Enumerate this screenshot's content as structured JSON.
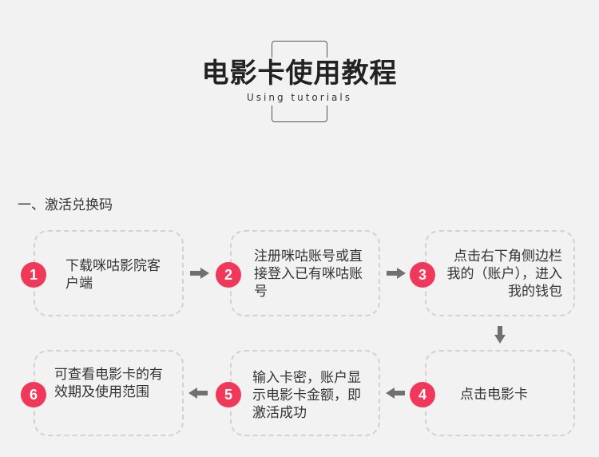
{
  "header": {
    "title": "电影卡使用教程",
    "subtitle": "Using tutorials"
  },
  "section": {
    "heading": "一、激活兑换码"
  },
  "steps": [
    {
      "number": "1",
      "text": "下载咪咕影院客户端"
    },
    {
      "number": "2",
      "text": "注册咪咕账号或直接登入已有咪咕账号"
    },
    {
      "number": "3",
      "text": "点击右下角侧边栏我的（账户），进入我的钱包"
    },
    {
      "number": "4",
      "text": "点击电影卡"
    },
    {
      "number": "5",
      "text": "输入卡密，账户显示电影卡金额，即激活成功"
    },
    {
      "number": "6",
      "text": "可查看电影卡的有效期及使用范围"
    }
  ],
  "colors": {
    "badge": "#f0395a",
    "arrow": "#707070",
    "box_border": "#d2d2d2",
    "background": "#f2f2f2"
  },
  "icons": {
    "arrow_right": "arrow-right-icon",
    "arrow_left": "arrow-left-icon",
    "arrow_down": "arrow-down-icon"
  }
}
